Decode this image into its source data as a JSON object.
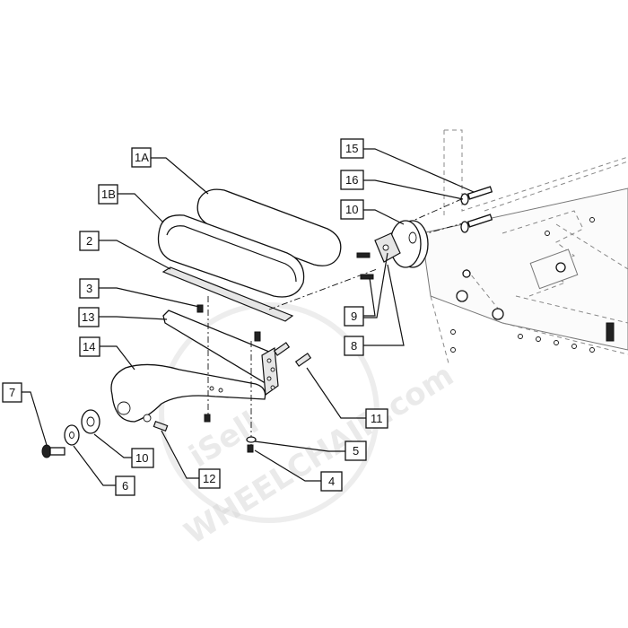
{
  "watermark": {
    "line1": "iSell",
    "line2": "WHEELCHAIR.com"
  },
  "callouts": [
    {
      "id": "c-1a",
      "label": "1A"
    },
    {
      "id": "c-1b",
      "label": "1B"
    },
    {
      "id": "c-2",
      "label": "2"
    },
    {
      "id": "c-3",
      "label": "3"
    },
    {
      "id": "c-13",
      "label": "13"
    },
    {
      "id": "c-14",
      "label": "14"
    },
    {
      "id": "c-7",
      "label": "7"
    },
    {
      "id": "c-6",
      "label": "6"
    },
    {
      "id": "c-10b",
      "label": "10"
    },
    {
      "id": "c-12",
      "label": "12"
    },
    {
      "id": "c-15",
      "label": "15"
    },
    {
      "id": "c-16",
      "label": "16"
    },
    {
      "id": "c-10a",
      "label": "10"
    },
    {
      "id": "c-9",
      "label": "9"
    },
    {
      "id": "c-8",
      "label": "8"
    },
    {
      "id": "c-11",
      "label": "11"
    },
    {
      "id": "c-5",
      "label": "5"
    },
    {
      "id": "c-4",
      "label": "4"
    }
  ]
}
